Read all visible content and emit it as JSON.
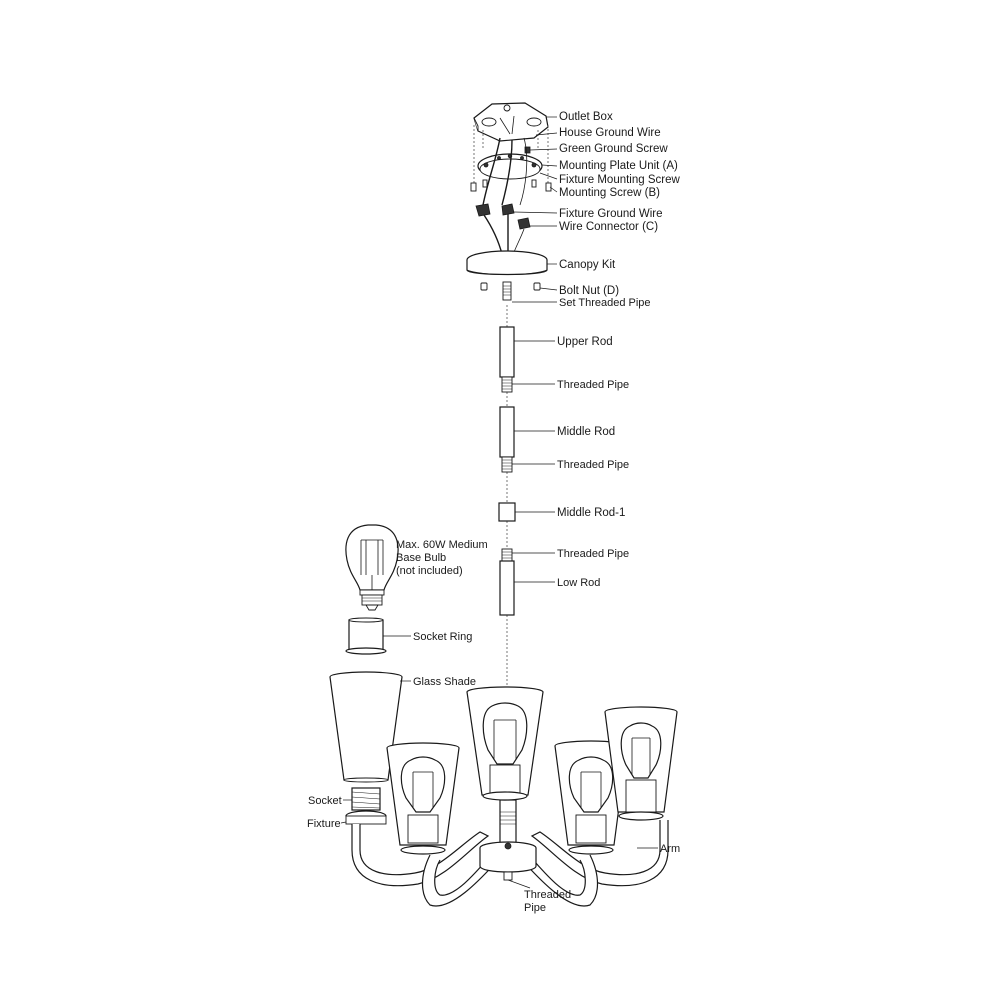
{
  "labels": {
    "outlet_box": "Outlet Box",
    "house_ground_wire": "House Ground Wire",
    "green_ground_screw": "Green Ground Screw",
    "mounting_plate_unit": "Mounting Plate Unit (A)",
    "fixture_mounting_screw": "Fixture Mounting Screw",
    "mounting_screw_b": "Mounting Screw (B)",
    "fixture_ground_wire": "Fixture Ground Wire",
    "wire_connector": "Wire Connector (C)",
    "canopy_kit": "Canopy Kit",
    "bolt_nut": "Bolt Nut (D)",
    "set_threaded_pipe": "Set Threaded Pipe",
    "upper_rod": "Upper Rod",
    "threaded_pipe_1": "Threaded Pipe",
    "middle_rod": "Middle Rod",
    "threaded_pipe_2": "Threaded Pipe",
    "middle_rod_1": "Middle Rod-1",
    "threaded_pipe_3": "Threaded Pipe",
    "low_rod": "Low Rod",
    "bulb_line1": "Max. 60W Medium",
    "bulb_line2": "Base Bulb",
    "bulb_line3": "(not included)",
    "socket_ring": "Socket Ring",
    "glass_shade": "Glass Shade",
    "socket": "Socket",
    "fixture": "Fixture",
    "arm": "Arm",
    "threaded_pipe_bottom_line1": "Threaded",
    "threaded_pipe_bottom_line2": "Pipe"
  },
  "icons": {
    "bulb": "edison-bulb-icon",
    "shade": "glass-shade-icon"
  },
  "colors": {
    "line": "#1a1a1a",
    "background": "#ffffff"
  }
}
